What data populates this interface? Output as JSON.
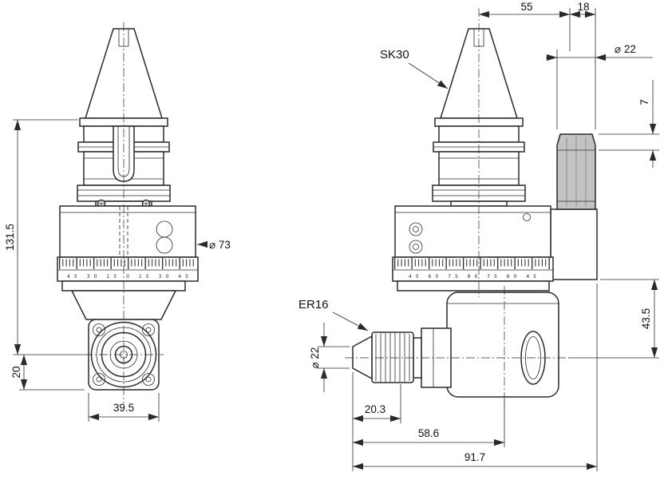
{
  "colors": {
    "line": "#2a2a2a",
    "background": "#ffffff"
  },
  "front_view": {
    "scale_labels": "45 30 15 0 15 30 45",
    "dim_height": "131.5",
    "dim_offset": "20",
    "dim_width": "39.5",
    "dim_body_dia": "⌀ 73"
  },
  "side_view": {
    "scale_labels": "45 60 75 90 75 60 45",
    "label_taper": "SK30",
    "label_collet": "ER16",
    "dim_55": "55",
    "dim_18": "18",
    "dim_post_dia": "⌀ 22",
    "dim_7": "7",
    "dim_435": "43.5",
    "dim_collet_dia": "⌀ 22",
    "dim_203": "20.3",
    "dim_586": "58.6",
    "dim_917": "91.7"
  }
}
